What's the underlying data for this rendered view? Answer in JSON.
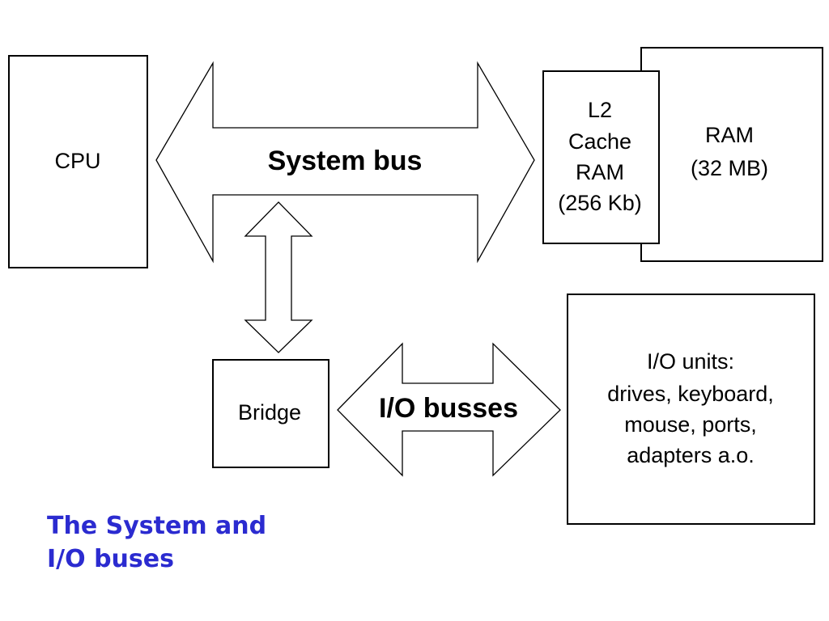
{
  "colors": {
    "stroke": "#000000",
    "fill": "#ffffff",
    "caption": "#2b2bd0"
  },
  "boxes": {
    "cpu": {
      "lines": [
        "CPU"
      ]
    },
    "l2_cache": {
      "lines": [
        "L2",
        "Cache",
        "RAM",
        "(256 Kb)"
      ]
    },
    "ram": {
      "lines": [
        "RAM",
        "(32 MB)"
      ]
    },
    "bridge": {
      "lines": [
        "Bridge"
      ]
    },
    "io_units": {
      "lines": [
        "I/O units:",
        "drives, keyboard,",
        "mouse, ports,",
        "adapters a.o."
      ]
    }
  },
  "buses": {
    "system_bus": "System bus",
    "io_busses": "I/O busses"
  },
  "caption": {
    "line1": "The System and",
    "line2": "I/O buses"
  }
}
